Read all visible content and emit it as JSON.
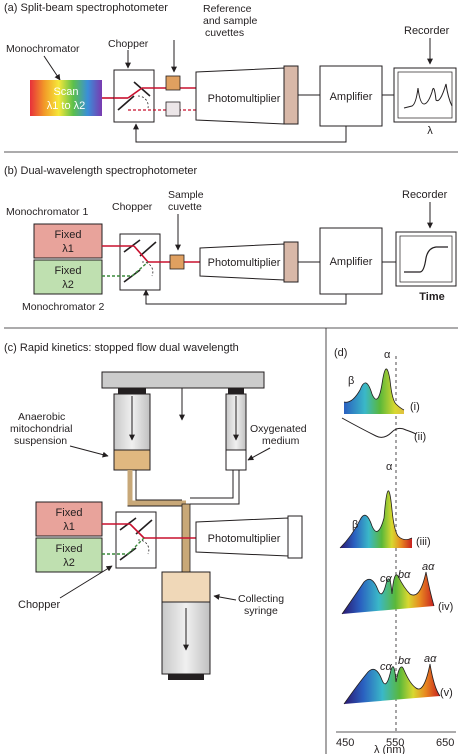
{
  "panel_a": {
    "title": "(a) Split-beam spectrophotometer",
    "monochromator": "Monochromator",
    "scan_line1": "Scan",
    "scan_line2": "λ1 to λ2",
    "chopper": "Chopper",
    "cuvettes_line1": "Reference",
    "cuvettes_line2": "and sample",
    "cuvettes_line3": "cuvettes",
    "photomultiplier": "Photomultiplier",
    "amplifier": "Amplifier",
    "recorder": "Recorder",
    "axis": "λ"
  },
  "panel_b": {
    "title": "(b) Dual-wavelength spectrophotometer",
    "monochromator1": "Monochromator 1",
    "monochromator2": "Monochromator 2",
    "chopper": "Chopper",
    "fixed1_line1": "Fixed",
    "fixed1_line2": "λ1",
    "fixed2_line1": "Fixed",
    "fixed2_line2": "λ2",
    "sample_line1": "Sample",
    "sample_line2": "cuvette",
    "photomultiplier": "Photomultiplier",
    "amplifier": "Amplifier",
    "recorder": "Recorder",
    "axis": "Time"
  },
  "panel_c": {
    "title": "(c) Rapid kinetics: stopped flow  dual wavelength",
    "anaerobic_line1": "Anaerobic",
    "anaerobic_line2": "mitochondrial",
    "anaerobic_line3": "suspension",
    "oxygenated_line1": "Oxygenated",
    "oxygenated_line2": "medium",
    "fixed1_line1": "Fixed",
    "fixed1_line2": "λ1",
    "fixed2_line1": "Fixed",
    "fixed2_line2": "λ2",
    "photomultiplier": "Photomultiplier",
    "chopper": "Chopper",
    "collecting_line1": "Collecting",
    "collecting_line2": "syringe"
  },
  "panel_d": {
    "title": "(d)",
    "alpha1": "α",
    "beta1": "β",
    "label_i": "(i)",
    "label_ii": "(ii)",
    "alpha2": "α",
    "beta2": "β",
    "label_iii": "(iii)",
    "c_alpha1": "cα",
    "b_alpha1": "bα",
    "a_alpha1": "aα",
    "label_iv": "(iv)",
    "c_alpha2": "cα",
    "b_alpha2": "bα",
    "a_alpha2": "aα",
    "label_v": "(v)",
    "tick_450": "450",
    "tick_550": "550",
    "tick_650": "650",
    "xlabel": "λ (nm)"
  },
  "colors": {
    "beam": "#c8102e",
    "fixed1_fill": "#e8a39b",
    "fixed2_fill": "#bfe0b0",
    "pm_end": "#d8b8a8",
    "cuvette": "#e0a060",
    "tube": "#c8a878",
    "suspension": "#e0b880"
  }
}
